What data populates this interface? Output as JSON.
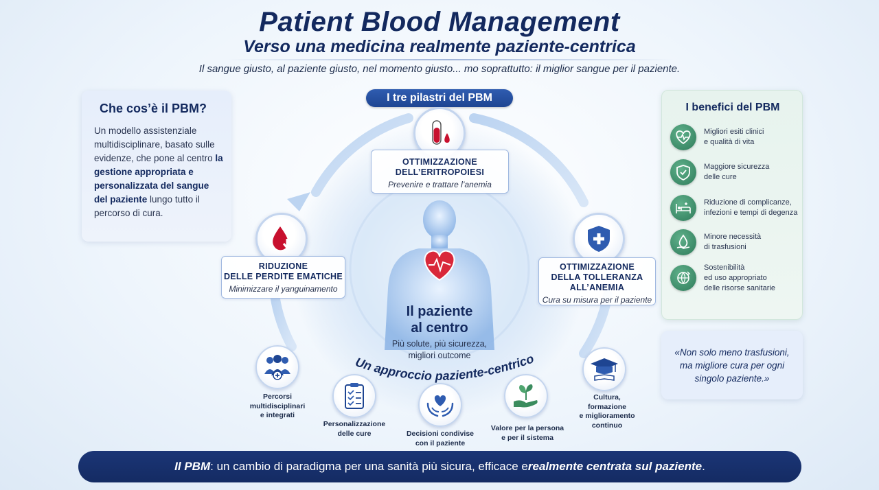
{
  "header": {
    "title": "Patient Blood Management",
    "subtitle": "Verso una medicina realmente paziente-centrica",
    "tagline": "Il sangue giusto, al paziente giusto, nel momento giusto... mo soprattutto: il miglior sangue per il paziente."
  },
  "what": {
    "title": "Che cos’è il PBM?",
    "text_intro": "Un modello assistenziale multidisciplinare, basato sulle evidenze, che pone al centro ",
    "text_bold": "la gestione appropriata e personalizzata del sangue del paziente",
    "text_outro": " lungo tutto il percorso di cura."
  },
  "pillars": {
    "header": "I tre pilastri del PBM",
    "top": {
      "title_1": "OTTIMIZZAZIONE",
      "title_2": "DELL’ERITROPOIESI",
      "subtitle": "Prevenire e trattare l’anemia"
    },
    "left": {
      "title_1": "RIDUZIONE",
      "title_2": "DELLE PERDITE EMATICHE",
      "subtitle": "Minimizzare il yanguinamento"
    },
    "right": {
      "title_1": "OTTIMIZZAZIONE",
      "title_2": "DELLA TOLLERANZA",
      "title_3": "ALL’ANEMIA",
      "subtitle": "Cura su misura per il paziente"
    }
  },
  "center": {
    "title_1": "Il paziente",
    "title_2": "al centro",
    "sub_1": "Più solute, più sicurezza,",
    "sub_2": "migliori outcome"
  },
  "approach": {
    "header": "Un approccio paziente-centrico",
    "items": [
      {
        "line1": "Percorsi",
        "line2": "multidisciplinari",
        "line3": "e integrati",
        "icon": "team-icon"
      },
      {
        "line1": "Personalizzazione",
        "line2": "delle cure",
        "icon": "checklist-icon"
      },
      {
        "line1": "Decisioni condivise",
        "line2": "con il paziente",
        "icon": "heart-hands-icon"
      },
      {
        "line1": "Valore per la persona",
        "line2": "e per il sistema",
        "icon": "plant-hand-icon"
      },
      {
        "line1": "Cultura,",
        "line2": "formazione",
        "line3": "e miglioramento",
        "line4": "continuo",
        "icon": "graduation-cap-icon"
      }
    ]
  },
  "benefits": {
    "title": "I benefici del PBM",
    "items": [
      {
        "line1": "Migliori esiti clinici",
        "line2": "e qualità di vita",
        "icon": "heart-pulse-icon"
      },
      {
        "line1": "Maggiore sicurezza",
        "line2": "delle cure",
        "icon": "shield-check-icon"
      },
      {
        "line1": "Riduzione di complicanze,",
        "line2": "infezioni e tempi di degenza",
        "icon": "hospital-bed-icon"
      },
      {
        "line1": "Minore necessità",
        "line2": "di trasfusioni",
        "icon": "drop-hand-icon"
      },
      {
        "line1": "Sostenibilità",
        "line2": "ed uso appropriato",
        "line3": "delle risorse sanitarie",
        "icon": "globe-recycle-icon"
      }
    ]
  },
  "quote": {
    "line1": "«Non solo meno trasfusioni,",
    "line2": "ma migliore cura per ogni",
    "line3": "singolo paziente.»"
  },
  "footer": {
    "lead": "Il PBM",
    "middle": ": un cambio di paradigma per una sanità più sicura, efficace e ",
    "emphasis": "realmente centrata sul paziente",
    "end": "."
  },
  "colors": {
    "navy": "#13295e",
    "accent_blue": "#2f5cb0",
    "benefit_green": "#2e7b5a",
    "blood_red": "#c8102e"
  }
}
